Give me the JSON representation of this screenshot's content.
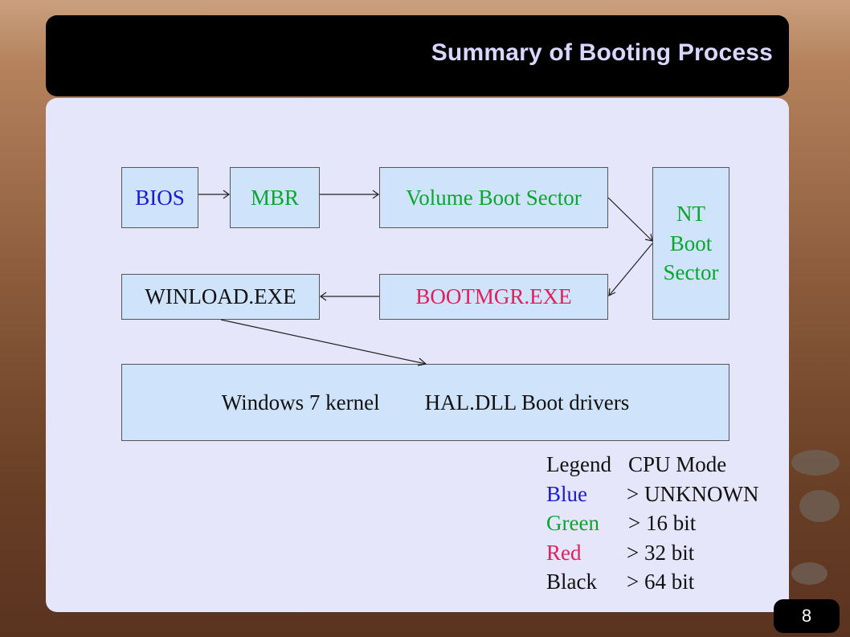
{
  "slide": {
    "title": "Summary of Booting Process",
    "page_number": "8"
  },
  "diagram": {
    "nodes": {
      "bios": "BIOS",
      "mbr": "MBR",
      "vbs": "Volume Boot Sector",
      "nt_line1": "NT",
      "nt_line2": "Boot",
      "nt_line3": "Sector",
      "bootmgr": "BOOTMGR.EXE",
      "winload": "WINLOAD.EXE",
      "kernel": "Windows 7 kernel",
      "hal": "HAL.DLL Boot drivers"
    },
    "edges": [
      [
        "BIOS",
        "MBR"
      ],
      [
        "MBR",
        "Volume Boot Sector"
      ],
      [
        "Volume Boot Sector",
        "NT Boot Sector"
      ],
      [
        "NT Boot Sector",
        "BOOTMGR.EXE"
      ],
      [
        "BOOTMGR.EXE",
        "WINLOAD.EXE"
      ],
      [
        "WINLOAD.EXE",
        "Windows 7 kernel HAL.DLL Boot drivers"
      ]
    ]
  },
  "legend": {
    "header_col1": "Legend",
    "header_col2": "CPU Mode",
    "items": [
      {
        "color_name": "Blue",
        "mode": "> UNKNOWN",
        "color": "#1a1ad0"
      },
      {
        "color_name": "Green",
        "mode": "> 16 bit",
        "color": "#0aa62e"
      },
      {
        "color_name": "Red",
        "mode": "> 32 bit",
        "color": "#e0205a"
      },
      {
        "color_name": "Black",
        "mode": "> 64 bit",
        "color": "#111111"
      }
    ]
  }
}
